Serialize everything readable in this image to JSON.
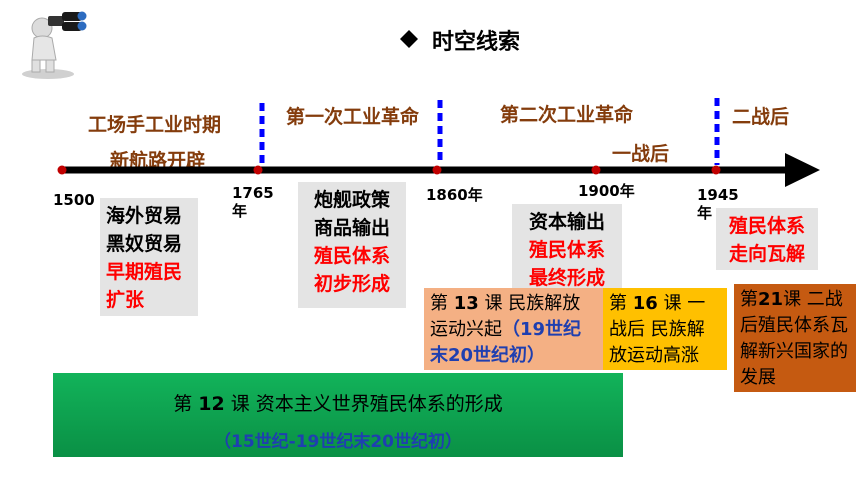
{
  "title": "时空线索",
  "eras": {
    "e1": "工场手工业时期",
    "e2": "新航路开辟",
    "e3": "第一次工业革命",
    "e4": "第二次工业革命",
    "e5": "一战后",
    "e6": "二战后"
  },
  "years": {
    "y1500": "1500",
    "y1765a": "1765",
    "y1765b": "年",
    "y1860": "1860年",
    "y1900": "1900年",
    "y1945a": "1945",
    "y1945b": "年"
  },
  "box1": {
    "l1": "海外贸易",
    "l2": "黑奴贸易",
    "l3": "早期殖民",
    "l4": "扩张"
  },
  "box2": {
    "l1": "炮舰政策",
    "l2": "商品输出",
    "l3": "殖民体系",
    "l4": "初步形成"
  },
  "box3": {
    "l1": "资本输出",
    "l2": "殖民体系",
    "l3": "最终形成"
  },
  "box4": {
    "l1": "殖民体系",
    "l2": "走向瓦解"
  },
  "lesson13": {
    "pre": "第 ",
    "num": "13",
    "mid": " 课 民族解放运动兴起",
    "paren": "（19世纪末20世纪初）"
  },
  "lesson16": {
    "pre": "第 ",
    "num": "16",
    "rest": " 课 一战后 民族解放运动高涨"
  },
  "lesson21": {
    "pre": "第",
    "num": "21",
    "rest": "课 二战后殖民体系瓦解新兴国家的发展"
  },
  "lesson12": {
    "line1_pre": "第 ",
    "line1_num": "12",
    "line1_rest": " 课 资本主义世界殖民体系的形成",
    "line2": "（15世纪-19世纪末20世纪初）"
  },
  "colors": {
    "era_text": "#843c0c",
    "highlight_red": "#ff0000",
    "accent_blue": "#1f3fb0",
    "salmon": "#f4b084",
    "yellow": "#ffc000",
    "brown": "#c55a11",
    "green": "#12b35a",
    "gray_box": "#e4e4e4",
    "divider_blue": "#0000ff"
  },
  "icons": [
    "binocular-figure-icon",
    "diamond-bullet-icon",
    "timeline-arrow-icon"
  ]
}
